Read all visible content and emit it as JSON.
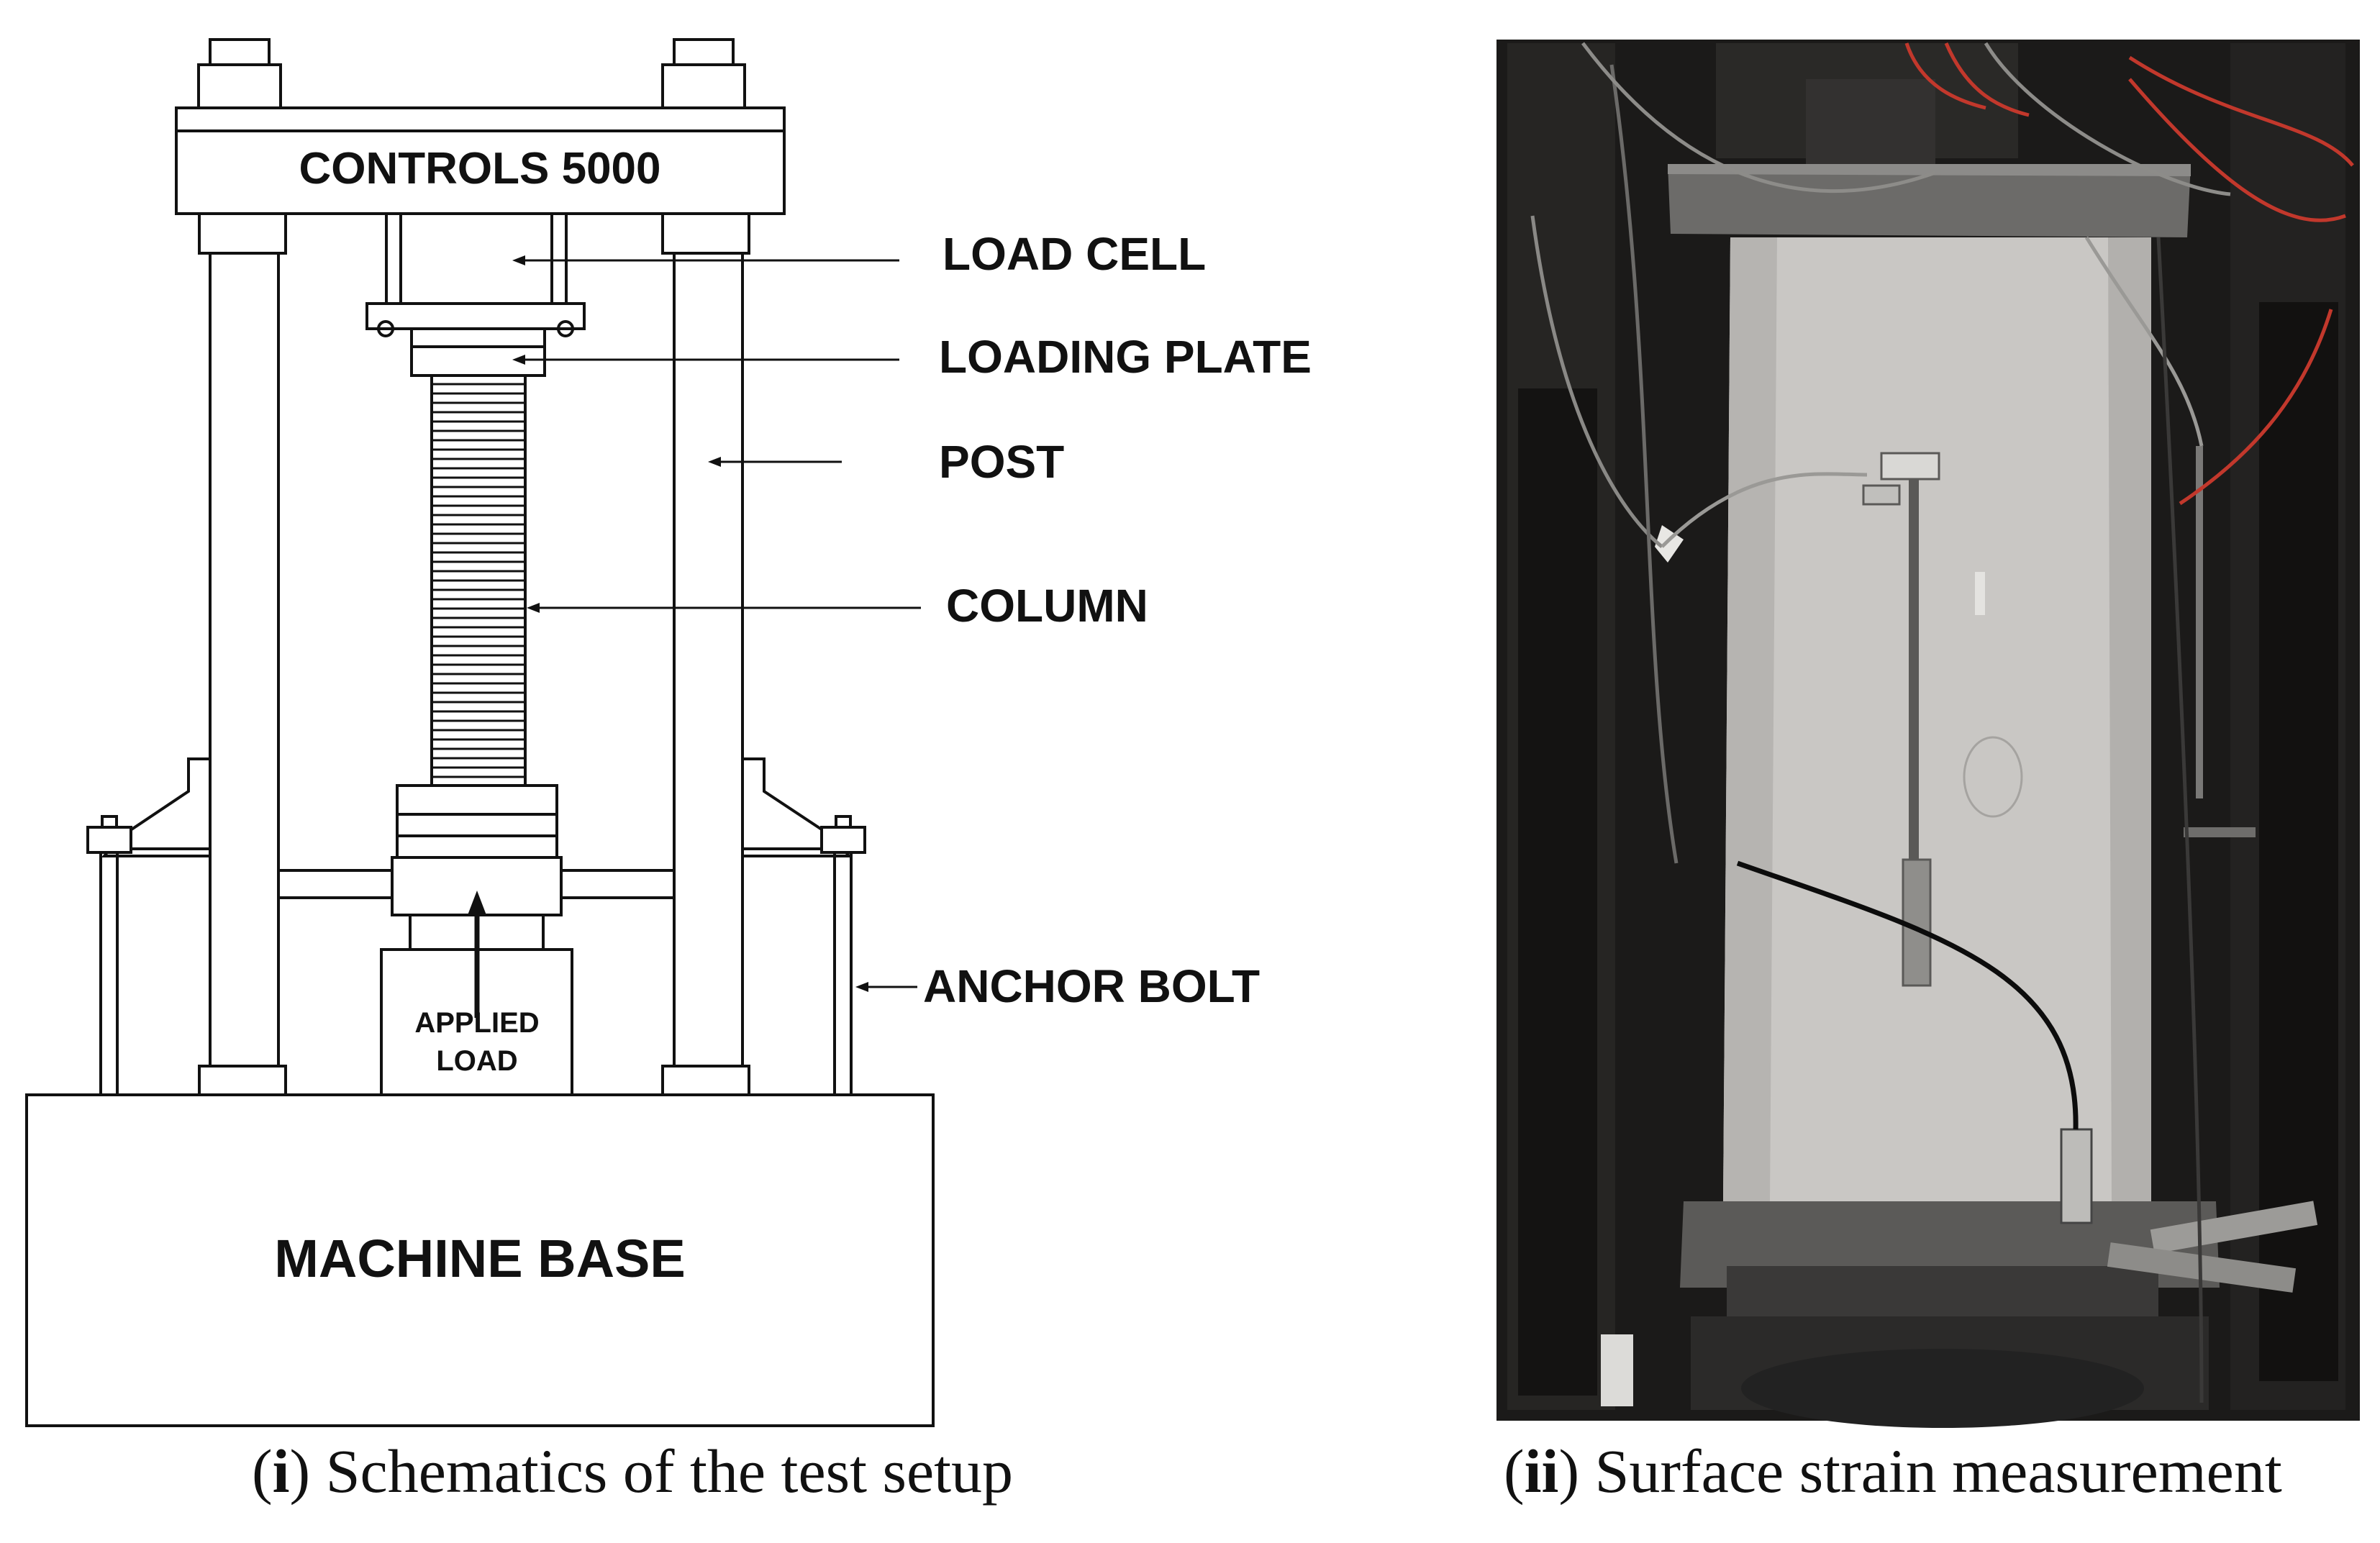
{
  "schematic": {
    "frame_label": "CONTROLS 5000",
    "base_label": "MACHINE BASE",
    "applied_load_line1": "APPLIED",
    "applied_load_line2": "LOAD",
    "callouts": [
      "LOAD CELL",
      "LOADING PLATE",
      "POST",
      "COLUMN",
      "ANCHOR BOLT"
    ]
  },
  "captions": {
    "left_number": "i",
    "left_text": "Schematics of the test setup",
    "right_number": "ii",
    "right_text": "Surface strain measurement"
  },
  "colors": {
    "ink": "#111111",
    "photo_bg": "#1b1a19",
    "specimen": "#c9c7c4"
  }
}
